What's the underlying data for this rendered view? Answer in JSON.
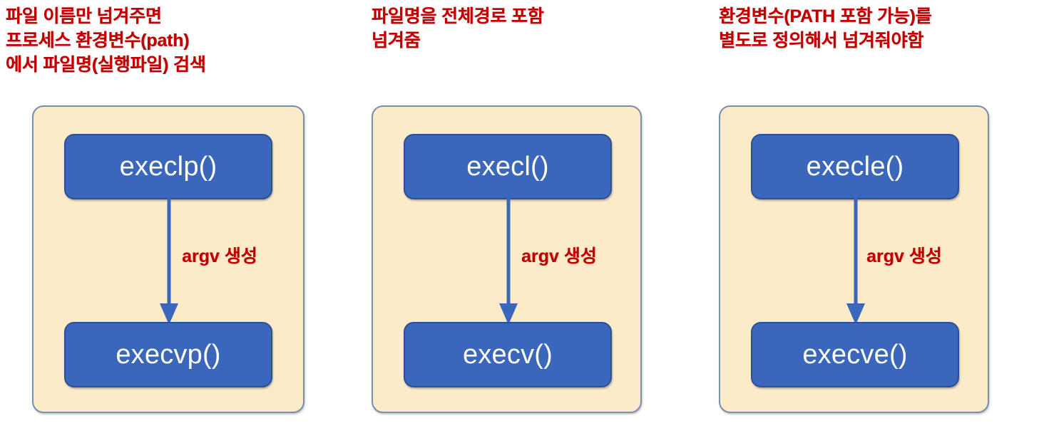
{
  "diagram": {
    "title": "exec family function relationships",
    "colors": {
      "caption_text": "#C00000",
      "group_fill": "#FCEBC8",
      "group_border": "#7A8FA8",
      "node_fill": "#3A66BC",
      "node_border": "#2E4F93",
      "node_text": "#FFFFFF",
      "arrow": "#3A66BC",
      "background": "#FFFFFF"
    },
    "columns": [
      {
        "id": "execlp-group",
        "caption": "파일 이름만 넘겨주면\n프로세스 환경변수(path)\n에서 파일명(실행파일) 검색",
        "top_node": "execlp()",
        "bottom_node": "execvp()",
        "arrow_label": "argv 생성",
        "arrow_direction": "down"
      },
      {
        "id": "execl-group",
        "caption": "파일명을 전체경로 포함\n넘겨줌",
        "top_node": "execl()",
        "bottom_node": "execv()",
        "arrow_label": "argv 생성",
        "arrow_direction": "down"
      },
      {
        "id": "execle-group",
        "caption": "환경변수(PATH 포함 가능)를\n별도로 정의해서 넘겨줘야함",
        "top_node": "execle()",
        "bottom_node": "execve()",
        "arrow_label": "argv 생성",
        "arrow_direction": "down"
      }
    ]
  }
}
